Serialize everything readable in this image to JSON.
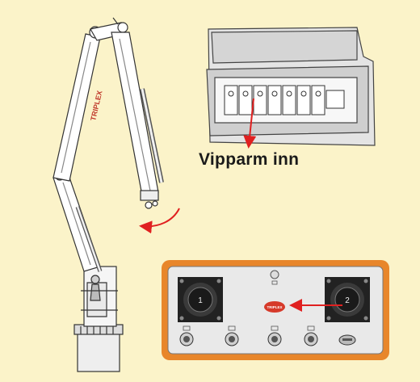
{
  "caption": {
    "text": "Vipparm inn"
  },
  "crane": {
    "brand_text": "TRIPLEX"
  },
  "control_panel": {
    "joystick_left_number": "1",
    "joystick_right_number": "2",
    "emblem_text": "TRIPLEX"
  },
  "colors": {
    "background": "#fbf3c9",
    "arrow": "#e02020",
    "panel_frame": "#e8862a",
    "brand_red": "#c0392b"
  },
  "icons": {
    "rotate_arrow": "curved-arrow-icon",
    "pointer_arrow": "arrow-down-icon",
    "panel_arrow": "arrow-left-icon"
  }
}
